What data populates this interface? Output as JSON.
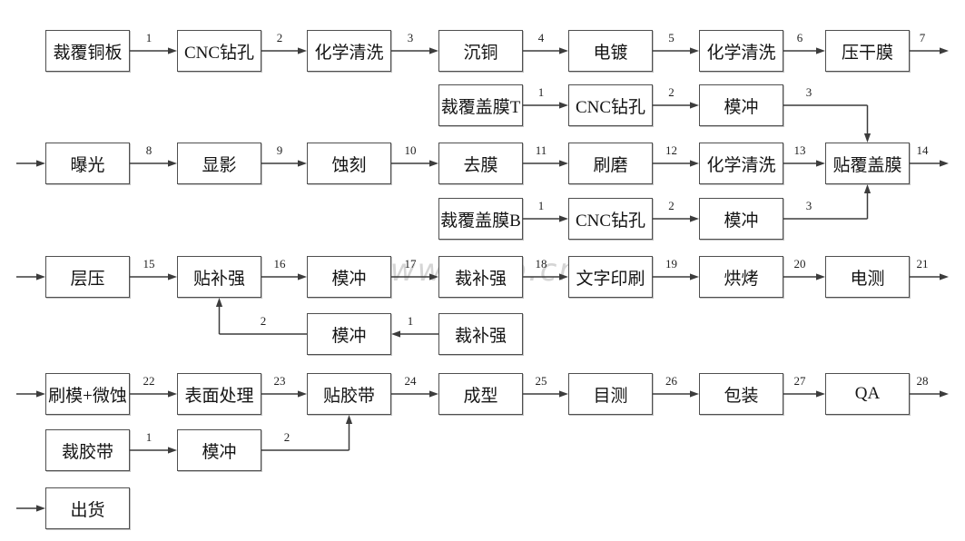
{
  "diagram": {
    "watermark": "www.fpcb.cn",
    "colors": {
      "background": "#ffffff",
      "line": "#3c3c3c",
      "box_border": "#4f4f4f",
      "text": "#141414",
      "watermark": "#d5d5d5"
    },
    "nodes": [
      {
        "id": "n01",
        "label": "裁覆铜板",
        "col": 0,
        "row": 0
      },
      {
        "id": "n02",
        "label": "CNC钻孔",
        "col": 1,
        "row": 0
      },
      {
        "id": "n03",
        "label": "化学清洗",
        "col": 2,
        "row": 0
      },
      {
        "id": "n04",
        "label": "沉铜",
        "col": 3,
        "row": 0
      },
      {
        "id": "n05",
        "label": "电镀",
        "col": 4,
        "row": 0
      },
      {
        "id": "n06",
        "label": "化学清洗",
        "col": 5,
        "row": 0
      },
      {
        "id": "n07",
        "label": "压干膜",
        "col": 6,
        "row": 0
      },
      {
        "id": "n08",
        "label": "裁覆盖膜T",
        "col": 3,
        "row": 1
      },
      {
        "id": "n09",
        "label": "CNC钻孔",
        "col": 4,
        "row": 1
      },
      {
        "id": "n10",
        "label": "模冲",
        "col": 5,
        "row": 1
      },
      {
        "id": "n11",
        "label": "曝光",
        "col": 0,
        "row": 2
      },
      {
        "id": "n12",
        "label": "显影",
        "col": 1,
        "row": 2
      },
      {
        "id": "n13",
        "label": "蚀刻",
        "col": 2,
        "row": 2
      },
      {
        "id": "n14",
        "label": "去膜",
        "col": 3,
        "row": 2
      },
      {
        "id": "n15",
        "label": "刷磨",
        "col": 4,
        "row": 2
      },
      {
        "id": "n16",
        "label": "化学清洗",
        "col": 5,
        "row": 2
      },
      {
        "id": "n17",
        "label": "贴覆盖膜",
        "col": 6,
        "row": 2
      },
      {
        "id": "n18",
        "label": "裁覆盖膜B",
        "col": 3,
        "row": 3
      },
      {
        "id": "n19",
        "label": "CNC钻孔",
        "col": 4,
        "row": 3
      },
      {
        "id": "n20",
        "label": "模冲",
        "col": 5,
        "row": 3
      },
      {
        "id": "n21",
        "label": "层压",
        "col": 0,
        "row": 4
      },
      {
        "id": "n22",
        "label": "贴补强",
        "col": 1,
        "row": 4
      },
      {
        "id": "n23",
        "label": "模冲",
        "col": 2,
        "row": 4
      },
      {
        "id": "n24",
        "label": "裁补强",
        "col": 3,
        "row": 4
      },
      {
        "id": "n25",
        "label": "文字印刷",
        "col": 4,
        "row": 4
      },
      {
        "id": "n26",
        "label": "烘烤",
        "col": 5,
        "row": 4
      },
      {
        "id": "n27",
        "label": "电测",
        "col": 6,
        "row": 4
      },
      {
        "id": "n28",
        "label": "模冲",
        "col": 2,
        "row": 5
      },
      {
        "id": "n29",
        "label": "裁补强",
        "col": 3,
        "row": 5
      },
      {
        "id": "n30",
        "label": "刷模+微蚀",
        "col": 0,
        "row": 6
      },
      {
        "id": "n31",
        "label": "表面处理",
        "col": 1,
        "row": 6
      },
      {
        "id": "n32",
        "label": "贴胶带",
        "col": 2,
        "row": 6
      },
      {
        "id": "n33",
        "label": "成型",
        "col": 3,
        "row": 6
      },
      {
        "id": "n34",
        "label": "目测",
        "col": 4,
        "row": 6
      },
      {
        "id": "n35",
        "label": "包装",
        "col": 5,
        "row": 6
      },
      {
        "id": "n36",
        "label": "QA",
        "col": 6,
        "row": 6
      },
      {
        "id": "n37",
        "label": "裁胶带",
        "col": 0,
        "row": 7
      },
      {
        "id": "n38",
        "label": "模冲",
        "col": 1,
        "row": 7
      },
      {
        "id": "n39",
        "label": "出货",
        "col": 0,
        "row": 8
      }
    ],
    "edges": [
      {
        "type": "h",
        "from": "n01",
        "to": "n02",
        "label": "1"
      },
      {
        "type": "h",
        "from": "n02",
        "to": "n03",
        "label": "2"
      },
      {
        "type": "h",
        "from": "n03",
        "to": "n04",
        "label": "3"
      },
      {
        "type": "h",
        "from": "n04",
        "to": "n05",
        "label": "4"
      },
      {
        "type": "h",
        "from": "n05",
        "to": "n06",
        "label": "5"
      },
      {
        "type": "h",
        "from": "n06",
        "to": "n07",
        "label": "6"
      },
      {
        "type": "exit",
        "from": "n07",
        "label": "7"
      },
      {
        "type": "h",
        "from": "n08",
        "to": "n09",
        "label": "1"
      },
      {
        "type": "h",
        "from": "n09",
        "to": "n10",
        "label": "2"
      },
      {
        "type": "elbow-down",
        "from": "n10",
        "to": "n17",
        "label": "3"
      },
      {
        "type": "entry",
        "to": "n11",
        "label": ""
      },
      {
        "type": "h",
        "from": "n11",
        "to": "n12",
        "label": "8"
      },
      {
        "type": "h",
        "from": "n12",
        "to": "n13",
        "label": "9"
      },
      {
        "type": "h",
        "from": "n13",
        "to": "n14",
        "label": "10"
      },
      {
        "type": "h",
        "from": "n14",
        "to": "n15",
        "label": "11"
      },
      {
        "type": "h",
        "from": "n15",
        "to": "n16",
        "label": "12"
      },
      {
        "type": "h",
        "from": "n16",
        "to": "n17",
        "label": "13"
      },
      {
        "type": "exit",
        "from": "n17",
        "label": "14"
      },
      {
        "type": "h",
        "from": "n18",
        "to": "n19",
        "label": "1"
      },
      {
        "type": "h",
        "from": "n19",
        "to": "n20",
        "label": "2"
      },
      {
        "type": "elbow-up",
        "from": "n20",
        "to": "n17",
        "label": "3"
      },
      {
        "type": "entry",
        "to": "n21",
        "label": ""
      },
      {
        "type": "h",
        "from": "n21",
        "to": "n22",
        "label": "15"
      },
      {
        "type": "h",
        "from": "n22",
        "to": "n23",
        "label": "16"
      },
      {
        "type": "h",
        "from": "n23",
        "to": "n24",
        "label": "17"
      },
      {
        "type": "h",
        "from": "n24",
        "to": "n25",
        "label": "18"
      },
      {
        "type": "h",
        "from": "n25",
        "to": "n26",
        "label": "19"
      },
      {
        "type": "h",
        "from": "n26",
        "to": "n27",
        "label": "20"
      },
      {
        "type": "exit",
        "from": "n27",
        "label": "21"
      },
      {
        "type": "h-left",
        "from": "n29",
        "to": "n28",
        "label": "1"
      },
      {
        "type": "elbow-left-up",
        "from": "n28",
        "to": "n22",
        "label": "2"
      },
      {
        "type": "entry",
        "to": "n30",
        "label": ""
      },
      {
        "type": "h",
        "from": "n30",
        "to": "n31",
        "label": "22"
      },
      {
        "type": "h",
        "from": "n31",
        "to": "n32",
        "label": "23"
      },
      {
        "type": "h",
        "from": "n32",
        "to": "n33",
        "label": "24"
      },
      {
        "type": "h",
        "from": "n33",
        "to": "n34",
        "label": "25"
      },
      {
        "type": "h",
        "from": "n34",
        "to": "n35",
        "label": "26"
      },
      {
        "type": "h",
        "from": "n35",
        "to": "n36",
        "label": "27"
      },
      {
        "type": "exit",
        "from": "n36",
        "label": "28"
      },
      {
        "type": "h",
        "from": "n37",
        "to": "n38",
        "label": "1"
      },
      {
        "type": "elbow-up",
        "from": "n38",
        "to": "n32",
        "label": "2"
      },
      {
        "type": "entry",
        "to": "n39",
        "label": ""
      }
    ]
  }
}
